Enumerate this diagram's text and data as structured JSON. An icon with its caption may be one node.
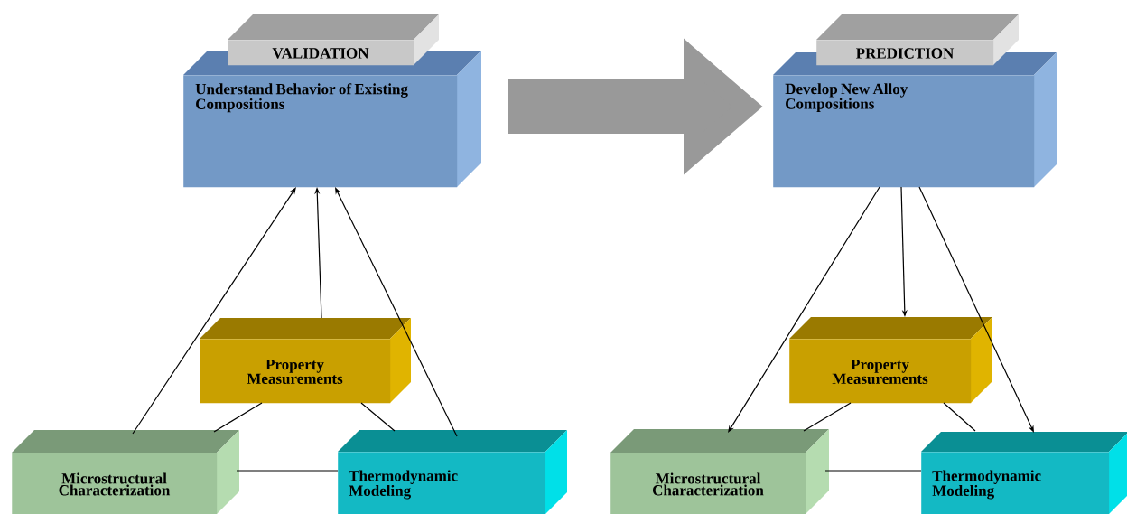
{
  "diagram": {
    "nodes": [
      {
        "text": [
          "VALIDATION"
        ]
      },
      {
        "text": [
          "Understand Behavior of Existing Compositions"
        ]
      },
      {
        "text": [
          "Property Measurements"
        ]
      },
      {
        "text": [
          "Microstructural Characterization"
        ]
      },
      {
        "text": [
          "Thermodynamic Modeling"
        ]
      },
      {
        "text": [
          "PREDICTION"
        ]
      },
      {
        "text": [
          "Develop New Alloy Compositions"
        ]
      },
      {
        "text": [
          "Property Measurements"
        ]
      },
      {
        "text": [
          "Microstructural Characterization"
        ]
      },
      {
        "text": [
          "Thermodynamic Modeling"
        ]
      }
    ],
    "edges": [
      {
        "from": 3,
        "to": 1,
        "arrow": "to"
      },
      {
        "from": 2,
        "to": 1,
        "arrow": "to"
      },
      {
        "from": 4,
        "to": 1,
        "arrow": "to"
      },
      {
        "from": 2,
        "to": 3,
        "arrow": "none"
      },
      {
        "from": 2,
        "to": 4,
        "arrow": "none"
      },
      {
        "from": 3,
        "to": 4,
        "arrow": "none"
      },
      {
        "from": 1,
        "to": 6,
        "arrow": "to",
        "style": "thick",
        "color": "#999999"
      },
      {
        "from": 6,
        "to": 7,
        "arrow": "to"
      },
      {
        "from": 6,
        "to": 8,
        "arrow": "to"
      },
      {
        "from": 6,
        "to": 9,
        "arrow": "to"
      },
      {
        "from": 7,
        "to": 8,
        "arrow": "none"
      },
      {
        "from": 7,
        "to": 9,
        "arrow": "none"
      },
      {
        "from": 8,
        "to": 9,
        "arrow": "none"
      }
    ]
  }
}
